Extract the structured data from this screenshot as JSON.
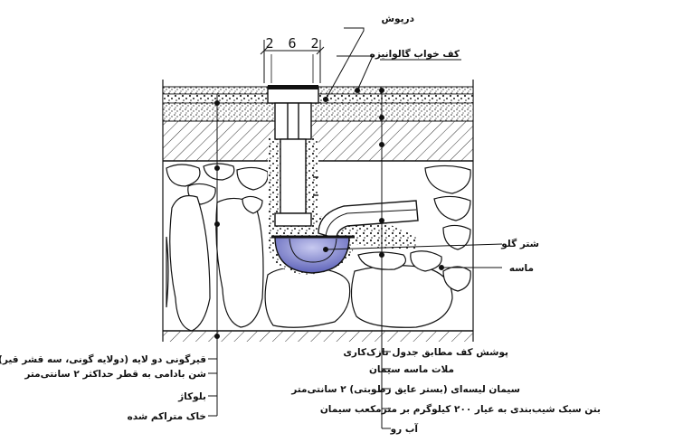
{
  "labels": {
    "top_cover": "درپوش",
    "top_floor": "کف خواب گالوانیزه",
    "right_trap": "شتر گلو",
    "right_sand": "ماسه",
    "dim_left": "2",
    "dim_mid": "6",
    "dim_right": "2",
    "left_items": [
      "قیرگونی دو لایه (دولایه گونی، سه قشر قیر)",
      "شن بادامی به قطر حداکثر ۲ سانتی‌متر",
      "بلوکاژ",
      "خاک متراکم شده"
    ],
    "bottom_right_items": [
      "پوشش کف مطابق جدول نازک‌کاری",
      "ملات ماسه سیمان",
      "سیمان لیسه‌ای (بستر عایق رطوبتی) ۲ سانتی‌متر",
      "بتن سبک شیب‌بندی به عیار ۲۰۰ کیلوگرم بر مترمکعب سیمان",
      "آب رو"
    ]
  },
  "colors": {
    "line": "#111111",
    "trap_fill": "#6f74c8",
    "trap_fill_light": "#b7bae8",
    "hatch": "#333333"
  }
}
